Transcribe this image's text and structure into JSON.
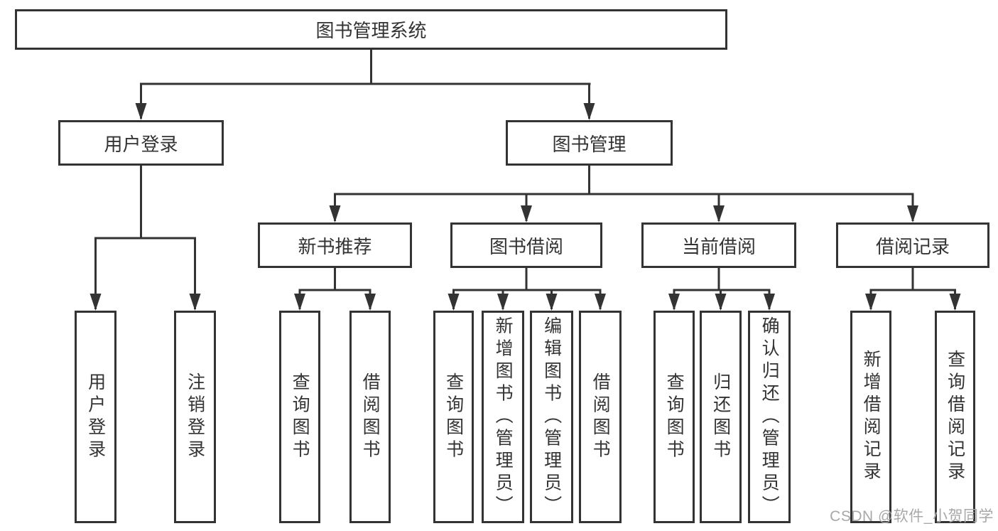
{
  "colors": {
    "background": "#ffffff",
    "line": "#333333",
    "box_border": "#333333",
    "box_fill": "#ffffff",
    "text": "#333333",
    "watermark": "#a8a8a8"
  },
  "watermark": {
    "text": "CSDN @软件_小贺同学"
  },
  "tree": {
    "root": {
      "label": "图书管理系统",
      "children": [
        {
          "label": "用户登录",
          "children": [
            {
              "label": "用户登录"
            },
            {
              "label": "注销登录"
            }
          ]
        },
        {
          "label": "图书管理",
          "children": [
            {
              "label": "新书推荐",
              "children": [
                {
                  "label": "查询图书"
                },
                {
                  "label": "借阅图书"
                }
              ]
            },
            {
              "label": "图书借阅",
              "children": [
                {
                  "label": "查询图书"
                },
                {
                  "label": "新增图书（管理员）"
                },
                {
                  "label": "编辑图书（管理员）"
                },
                {
                  "label": "借阅图书"
                }
              ]
            },
            {
              "label": "当前借阅",
              "children": [
                {
                  "label": "查询图书"
                },
                {
                  "label": "归还图书"
                },
                {
                  "label": "确认归还（管理员）"
                }
              ]
            },
            {
              "label": "借阅记录",
              "children": [
                {
                  "label": "新增借阅记录"
                },
                {
                  "label": "查询借阅记录"
                }
              ]
            }
          ]
        }
      ]
    }
  }
}
